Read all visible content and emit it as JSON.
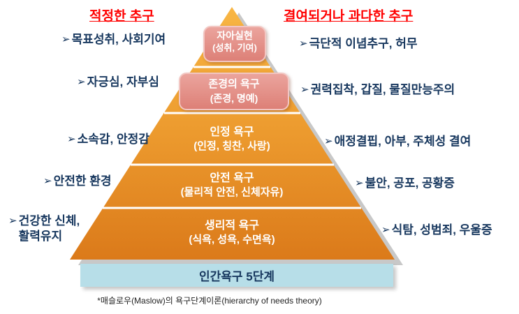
{
  "headers": {
    "left": "적정한 추구",
    "right": "결여되거나 과다한 추구"
  },
  "bullet": "➢",
  "left_items": [
    "목표성취, 사회기여",
    "자긍심, 자부심",
    "소속감, 안정감",
    "안전한 환경",
    "건강한 신체,\n활력유지"
  ],
  "right_items": [
    "극단적 이념추구, 허무",
    "권력집착, 갑질, 물질만능주의",
    "애정결핍, 아부, 주체성 결여",
    "불안, 공포, 공황증",
    "식탐, 성범죄, 우울증"
  ],
  "pyramid": {
    "levels": [
      {
        "title": "자아실현",
        "subtitle": "(성취, 기여)"
      },
      {
        "title": "존경의 욕구",
        "subtitle": "(존경, 명예)"
      },
      {
        "title": "인정 욕구",
        "subtitle": "(인정, 칭찬, 사랑)"
      },
      {
        "title": "안전 욕구",
        "subtitle": "(물리적 안전, 신체자유)"
      },
      {
        "title": "생리적 욕구",
        "subtitle": "(식욕, 성욕, 수면욕)"
      }
    ]
  },
  "banner": "인간욕구 5단계",
  "caption": "*매슬로우(Maslow)의 욕구단계이론(hierarchy of needs theory)",
  "colors": {
    "header_red": "#FF0000",
    "side_text_navy": "#17375E",
    "pyramid_top": "#F6AF3C",
    "pyramid_bottom": "#DB7A1A",
    "highlight_pink": "#E0918B",
    "banner_blue": "#B7DEE8"
  }
}
